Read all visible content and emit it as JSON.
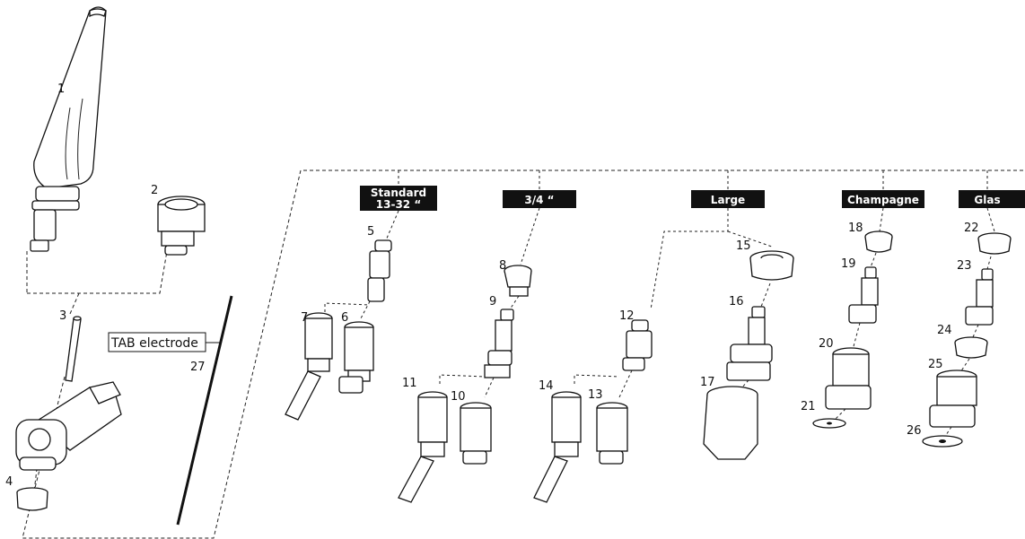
{
  "headers": {
    "standard": "Standard\n13-32 “",
    "three_quarter": "3/4 “",
    "large": "Large",
    "champagne": "Champagne",
    "glas": "Glas"
  },
  "tab_label": "TAB electrode",
  "parts": {
    "p1": "1",
    "p2": "2",
    "p3": "3",
    "p4": "4",
    "p5": "5",
    "p6": "6",
    "p7": "7",
    "p8": "8",
    "p9": "9",
    "p10": "10",
    "p11": "11",
    "p12": "12",
    "p13": "13",
    "p14": "14",
    "p15": "15",
    "p16": "16",
    "p17": "17",
    "p18": "18",
    "p19": "19",
    "p20": "20",
    "p21": "21",
    "p22": "22",
    "p23": "23",
    "p24": "24",
    "p25": "25",
    "p26": "26",
    "p27": "27"
  },
  "colors": {
    "line": "#111111",
    "header_bg": "#111111",
    "header_text": "#ffffff",
    "background": "#ffffff"
  }
}
